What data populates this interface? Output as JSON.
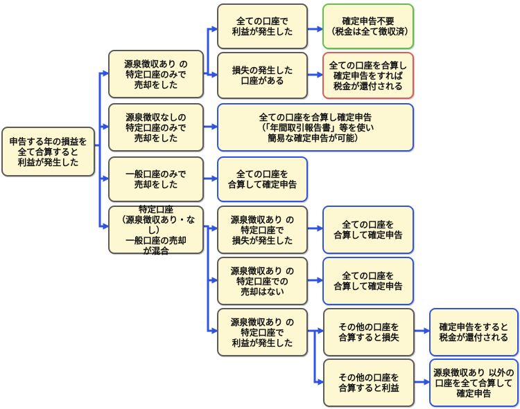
{
  "nodes": {
    "root": "申告する年の損益を\n全て合算すると\n利益が発生した",
    "a1": "源泉徴収あり の\n特定口座のみで\n売却をした",
    "a2": "源泉徴収なしの\n特定口座のみで\n売却をした",
    "a3": "一般口座のみで\n売却をした",
    "a4": "特定口座\n（源泉徴収あり・なし）\n一般口座の売却\nが混合",
    "b1": "全ての口座で\n利益が発生した",
    "b2": "損失の発生した\n口座がある",
    "b3": "全ての口座を合算し確定申告\n（「年間取引報告書」等を使い\n簡易な確定申告が可能）",
    "b4": "全ての口座を\n合算して確定申告",
    "b5": "源泉徴収あり の\n特定口座で\n損失が発生した",
    "b6": "源泉徴収あり の\n特定口座での\n売却はない",
    "b7": "源泉徴収あり の\n特定口座で\n利益が発生した",
    "c1": "確定申告不要\n（税金は全て徴収済）",
    "c2": "全ての口座を合算し\n確定申告をすれば\n税金が還付される",
    "c3": "全ての口座を\n合算して確定申告",
    "c4": "全ての口座を\n合算して確定申告",
    "c5": "その他の口座を\n合算すると損失",
    "c6": "その他の口座を\n合算すると利益",
    "d1": "確定申告をすると\n税金が還付される",
    "d2": "源泉徴収あり 以外の\n口座を全て合算して\n確定申告"
  },
  "colors": {
    "box_fill": "#fdf8d2",
    "border_default": "#5a5a5a",
    "border_blue": "#2f55e0",
    "border_green": "#5cc24a",
    "border_red": "#e05a5a",
    "arrow": "#2f55e0"
  }
}
